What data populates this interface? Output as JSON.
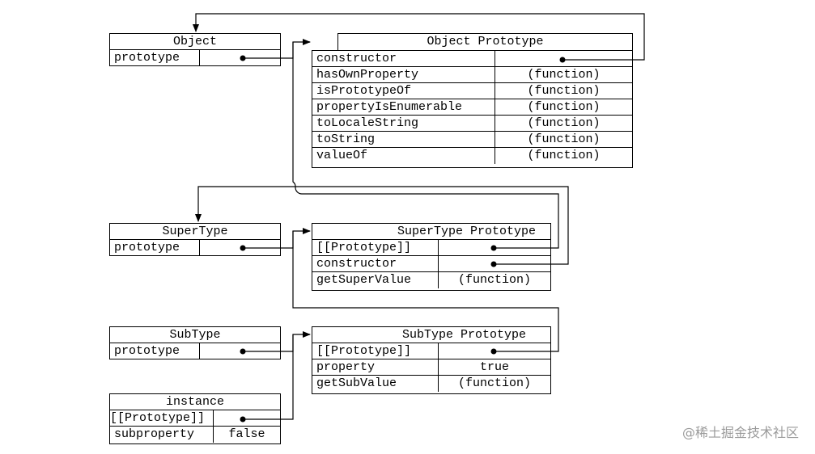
{
  "object": {
    "title": "Object",
    "rows": [
      {
        "key": "prototype",
        "value": ""
      }
    ]
  },
  "object_prototype": {
    "title": "Object Prototype",
    "rows": [
      {
        "key": "constructor",
        "value": ""
      },
      {
        "key": "hasOwnProperty",
        "value": "(function)"
      },
      {
        "key": "isPrototypeOf",
        "value": "(function)"
      },
      {
        "key": "propertyIsEnumerable",
        "value": "(function)"
      },
      {
        "key": "toLocaleString",
        "value": "(function)"
      },
      {
        "key": "toString",
        "value": "(function)"
      },
      {
        "key": "valueOf",
        "value": "(function)"
      }
    ]
  },
  "supertype": {
    "title": "SuperType",
    "rows": [
      {
        "key": "prototype",
        "value": ""
      }
    ]
  },
  "supertype_prototype": {
    "title": "SuperType Prototype",
    "rows": [
      {
        "key": "[[Prototype]]",
        "value": ""
      },
      {
        "key": "constructor",
        "value": ""
      },
      {
        "key": "getSuperValue",
        "value": "(function)"
      }
    ]
  },
  "subtype": {
    "title": "SubType",
    "rows": [
      {
        "key": "prototype",
        "value": ""
      }
    ]
  },
  "subtype_prototype": {
    "title": "SubType Prototype",
    "rows": [
      {
        "key": "[[Prototype]]",
        "value": ""
      },
      {
        "key": "property",
        "value": "true"
      },
      {
        "key": "getSubValue",
        "value": "(function)"
      }
    ]
  },
  "instance": {
    "title": "instance",
    "rows": [
      {
        "key": "[[Prototype]]",
        "value": ""
      },
      {
        "key": "subproperty",
        "value": "false"
      }
    ]
  },
  "watermark": "@稀土掘金技术社区"
}
